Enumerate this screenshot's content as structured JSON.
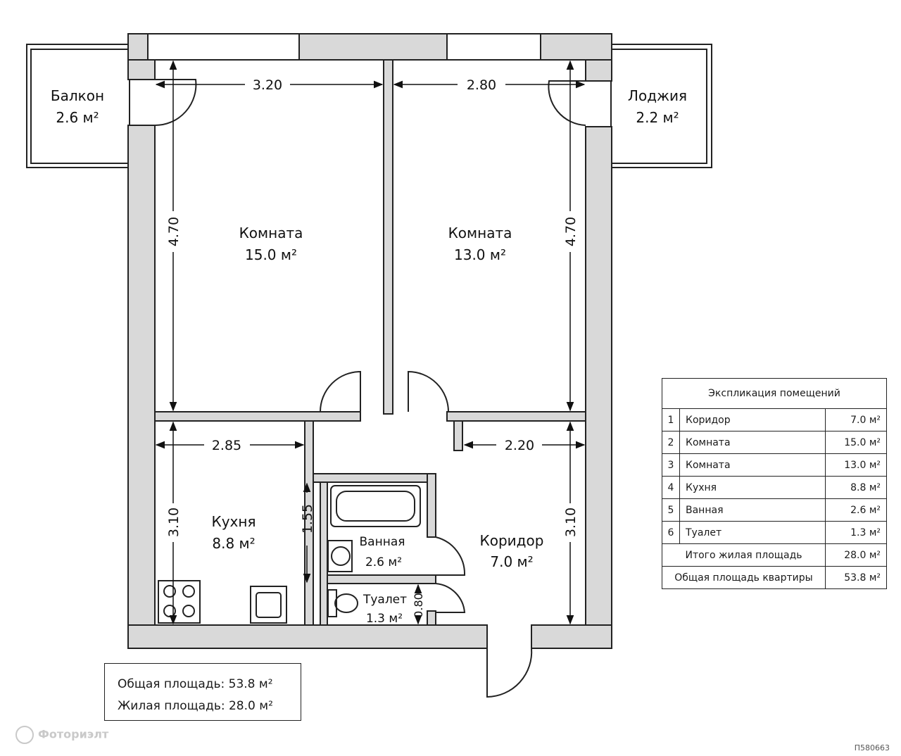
{
  "rooms": {
    "balcony": {
      "name": "Балкон",
      "area": "2.6 м²"
    },
    "loggia": {
      "name": "Лоджия",
      "area": "2.2 м²"
    },
    "room1": {
      "name": "Комната",
      "area": "15.0 м²"
    },
    "room2": {
      "name": "Комната",
      "area": "13.0 м²"
    },
    "kitchen": {
      "name": "Кухня",
      "area": "8.8 м²"
    },
    "bath": {
      "name": "Ванная",
      "area": "2.6 м²"
    },
    "toilet": {
      "name": "Туалет",
      "area": "1.3 м²"
    },
    "corridor": {
      "name": "Коридор",
      "area": "7.0 м²"
    }
  },
  "dimensions": {
    "room1_width": "3.20",
    "room2_width": "2.80",
    "room1_depth": "4.70",
    "room2_depth": "4.70",
    "kitchen_width": "2.85",
    "kitchen_depth": "3.10",
    "kitchen_partition": "1.55",
    "corridor_width": "2.20",
    "corridor_depth": "3.10",
    "toilet_width": "0.80"
  },
  "explication": {
    "title": "Экспликация помещений",
    "rows": [
      {
        "num": "1",
        "name": "Коридор",
        "area": "7.0 м²"
      },
      {
        "num": "2",
        "name": "Комната",
        "area": "15.0 м²"
      },
      {
        "num": "3",
        "name": "Комната",
        "area": "13.0 м²"
      },
      {
        "num": "4",
        "name": "Кухня",
        "area": "8.8 м²"
      },
      {
        "num": "5",
        "name": "Ванная",
        "area": "2.6 м²"
      },
      {
        "num": "6",
        "name": "Туалет",
        "area": "1.3 м²"
      }
    ],
    "living_label": "Итого жилая площадь",
    "living_value": "28.0 м²",
    "total_label": "Общая площадь квартиры",
    "total_value": "53.8 м²"
  },
  "totals": {
    "total": "Общая площадь: 53.8 м²",
    "living": "Жилая площадь: 28.0 м²"
  },
  "watermark": "Фоториэлт",
  "image_code": "П580663"
}
